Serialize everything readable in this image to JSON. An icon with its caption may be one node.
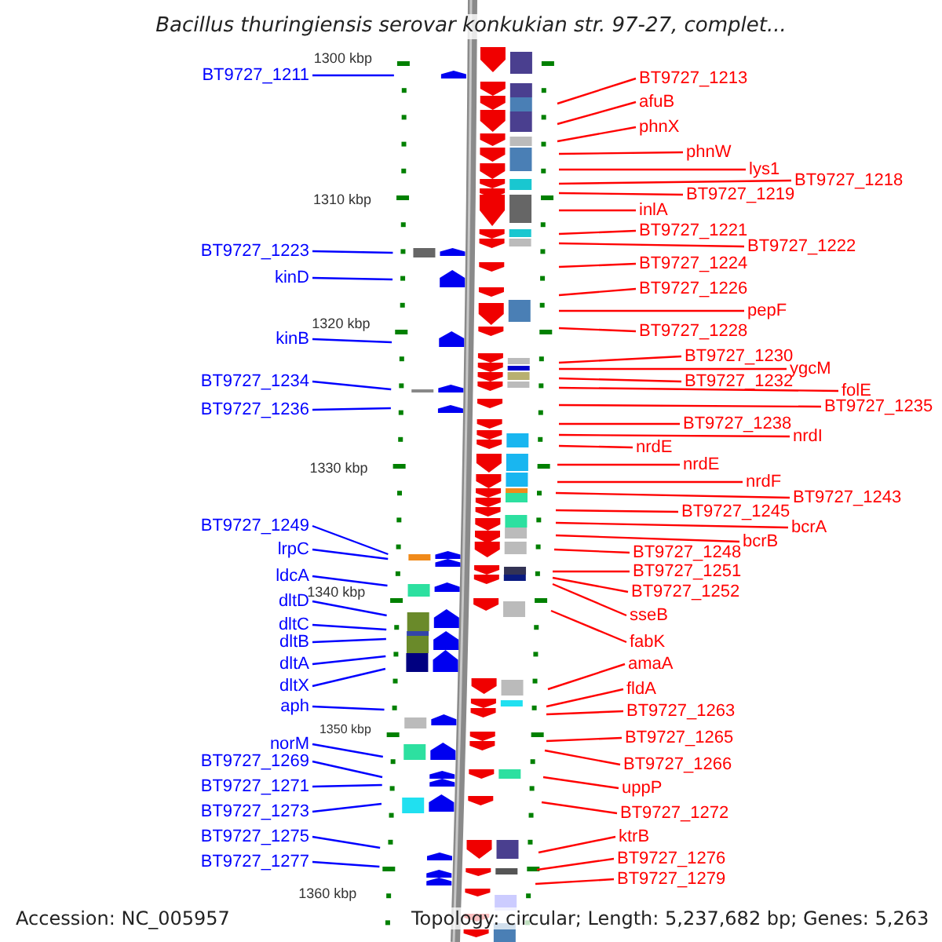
{
  "diagram": {
    "title": "Bacillus thuringiensis serovar konkukian str. 97-27, complet...",
    "nodes": [
      {
        "text": [
          "BT9727_1211"
        ]
      },
      {
        "text": [
          "BT9727_1223"
        ]
      },
      {
        "text": [
          "kinD"
        ]
      },
      {
        "text": [
          "kinB"
        ]
      },
      {
        "text": [
          "BT9727_1234"
        ]
      },
      {
        "text": [
          "BT9727_1236"
        ]
      },
      {
        "text": [
          "BT9727_1249"
        ]
      },
      {
        "text": [
          "lrpC"
        ]
      },
      {
        "text": [
          "ldcA"
        ]
      },
      {
        "text": [
          "dltD"
        ]
      },
      {
        "text": [
          "dltC"
        ]
      },
      {
        "text": [
          "dltB"
        ]
      },
      {
        "text": [
          "dltA"
        ]
      },
      {
        "text": [
          "dltX"
        ]
      },
      {
        "text": [
          "aph"
        ]
      },
      {
        "text": [
          "norM"
        ]
      },
      {
        "text": [
          "BT9727_1269"
        ]
      },
      {
        "text": [
          "BT9727_1271"
        ]
      },
      {
        "text": [
          "BT9727_1273"
        ]
      },
      {
        "text": [
          "BT9727_1275"
        ]
      },
      {
        "text": [
          "BT9727_1277"
        ]
      },
      {
        "text": [
          "BT9727_1213"
        ]
      },
      {
        "text": [
          "afuB"
        ]
      },
      {
        "text": [
          "phnX"
        ]
      },
      {
        "text": [
          "phnW"
        ]
      },
      {
        "text": [
          "lys1"
        ]
      },
      {
        "text": [
          "BT9727_1218"
        ]
      },
      {
        "text": [
          "BT9727_1219"
        ]
      },
      {
        "text": [
          "inlA"
        ]
      },
      {
        "text": [
          "BT9727_1221"
        ]
      },
      {
        "text": [
          "BT9727_1222"
        ]
      },
      {
        "text": [
          "BT9727_1224"
        ]
      },
      {
        "text": [
          "BT9727_1226"
        ]
      },
      {
        "text": [
          "pepF"
        ]
      },
      {
        "text": [
          "BT9727_1228"
        ]
      },
      {
        "text": [
          "BT9727_1230"
        ]
      },
      {
        "text": [
          "ygcM"
        ]
      },
      {
        "text": [
          "BT9727_1232"
        ]
      },
      {
        "text": [
          "folE"
        ]
      },
      {
        "text": [
          "BT9727_1235"
        ]
      },
      {
        "text": [
          "BT9727_1238"
        ]
      },
      {
        "text": [
          "nrdI"
        ]
      },
      {
        "text": [
          "nrdE"
        ]
      },
      {
        "text": [
          "nrdE"
        ]
      },
      {
        "text": [
          "nrdF"
        ]
      },
      {
        "text": [
          "BT9727_1243"
        ]
      },
      {
        "text": [
          "BT9727_1245"
        ]
      },
      {
        "text": [
          "bcrA"
        ]
      },
      {
        "text": [
          "bcrB"
        ]
      },
      {
        "text": [
          "BT9727_1248"
        ]
      },
      {
        "text": [
          "BT9727_1251"
        ]
      },
      {
        "text": [
          "BT9727_1252"
        ]
      },
      {
        "text": [
          "sseB"
        ]
      },
      {
        "text": [
          "fabK"
        ]
      },
      {
        "text": [
          "amaA"
        ]
      },
      {
        "text": [
          "fldA"
        ]
      },
      {
        "text": [
          "BT9727_1263"
        ]
      },
      {
        "text": [
          "BT9727_1265"
        ]
      },
      {
        "text": [
          "BT9727_1266"
        ]
      },
      {
        "text": [
          "uppP"
        ]
      },
      {
        "text": [
          "BT9727_1272"
        ]
      },
      {
        "text": [
          "ktrB"
        ]
      },
      {
        "text": [
          "BT9727_1276"
        ]
      },
      {
        "text": [
          "BT9727_1279"
        ]
      }
    ],
    "edges": [
      {
        "from": 0,
        "to": null,
        "arrow": "none",
        "color": "#0000ff"
      },
      {
        "from": 1,
        "to": null,
        "arrow": "none",
        "color": "#0000ff"
      },
      {
        "from": 2,
        "to": null,
        "arrow": "none",
        "color": "#0000ff"
      },
      {
        "from": 3,
        "to": null,
        "arrow": "none",
        "color": "#0000ff"
      },
      {
        "from": 4,
        "to": null,
        "arrow": "none",
        "color": "#0000ff"
      },
      {
        "from": 5,
        "to": null,
        "arrow": "none",
        "color": "#0000ff"
      },
      {
        "from": 6,
        "to": null,
        "arrow": "none",
        "color": "#0000ff"
      },
      {
        "from": 7,
        "to": null,
        "arrow": "none",
        "color": "#0000ff"
      },
      {
        "from": 8,
        "to": null,
        "arrow": "none",
        "color": "#0000ff"
      },
      {
        "from": 9,
        "to": null,
        "arrow": "none",
        "color": "#0000ff"
      },
      {
        "from": 10,
        "to": null,
        "arrow": "none",
        "color": "#0000ff"
      },
      {
        "from": 11,
        "to": null,
        "arrow": "none",
        "color": "#0000ff"
      },
      {
        "from": 12,
        "to": null,
        "arrow": "none",
        "color": "#0000ff"
      },
      {
        "from": 13,
        "to": null,
        "arrow": "none",
        "color": "#0000ff"
      },
      {
        "from": 14,
        "to": null,
        "arrow": "none",
        "color": "#0000ff"
      },
      {
        "from": 15,
        "to": null,
        "arrow": "none",
        "color": "#0000ff"
      },
      {
        "from": 16,
        "to": null,
        "arrow": "none",
        "color": "#0000ff"
      },
      {
        "from": 17,
        "to": null,
        "arrow": "none",
        "color": "#0000ff"
      },
      {
        "from": 18,
        "to": null,
        "arrow": "none",
        "color": "#0000ff"
      },
      {
        "from": 19,
        "to": null,
        "arrow": "none",
        "color": "#0000ff"
      },
      {
        "from": 20,
        "to": null,
        "arrow": "none",
        "color": "#0000ff"
      },
      {
        "from": 21,
        "to": null,
        "arrow": "none"
      },
      {
        "from": 22,
        "to": null,
        "arrow": "none"
      },
      {
        "from": 23,
        "to": null,
        "arrow": "none"
      },
      {
        "from": 24,
        "to": null,
        "arrow": "none"
      },
      {
        "from": 25,
        "to": null,
        "arrow": "none"
      },
      {
        "from": 26,
        "to": null,
        "arrow": "none"
      },
      {
        "from": 27,
        "to": null,
        "arrow": "none"
      },
      {
        "from": 28,
        "to": null,
        "arrow": "none"
      },
      {
        "from": 29,
        "to": null,
        "arrow": "none"
      },
      {
        "from": 30,
        "to": null,
        "arrow": "none"
      },
      {
        "from": 31,
        "to": null,
        "arrow": "none"
      },
      {
        "from": 32,
        "to": null,
        "arrow": "none"
      },
      {
        "from": 33,
        "to": null,
        "arrow": "none"
      },
      {
        "from": 34,
        "to": null,
        "arrow": "none"
      },
      {
        "from": 35,
        "to": null,
        "arrow": "none"
      },
      {
        "from": 36,
        "to": null,
        "arrow": "none"
      },
      {
        "from": 37,
        "to": null,
        "arrow": "none"
      },
      {
        "from": 38,
        "to": null,
        "arrow": "none"
      },
      {
        "from": 39,
        "to": null,
        "arrow": "none"
      },
      {
        "from": 40,
        "to": null,
        "arrow": "none"
      },
      {
        "from": 41,
        "to": null,
        "arrow": "none"
      },
      {
        "from": 42,
        "to": null,
        "arrow": "none"
      },
      {
        "from": 43,
        "to": null,
        "arrow": "none"
      },
      {
        "from": 44,
        "to": null,
        "arrow": "none"
      },
      {
        "from": 45,
        "to": null,
        "arrow": "none"
      },
      {
        "from": 46,
        "to": null,
        "arrow": "none"
      },
      {
        "from": 47,
        "to": null,
        "arrow": "none"
      },
      {
        "from": 48,
        "to": null,
        "arrow": "none"
      },
      {
        "from": 49,
        "to": null,
        "arrow": "none"
      },
      {
        "from": 50,
        "to": null,
        "arrow": "none"
      },
      {
        "from": 51,
        "to": null,
        "arrow": "none"
      },
      {
        "from": 52,
        "to": null,
        "arrow": "none"
      },
      {
        "from": 53,
        "to": null,
        "arrow": "none"
      },
      {
        "from": 54,
        "to": null,
        "arrow": "none"
      },
      {
        "from": 55,
        "to": null,
        "arrow": "none"
      },
      {
        "from": 56,
        "to": null,
        "arrow": "none"
      },
      {
        "from": 57,
        "to": null,
        "arrow": "none"
      },
      {
        "from": 58,
        "to": null,
        "arrow": "none"
      },
      {
        "from": 59,
        "to": null,
        "arrow": "none"
      },
      {
        "from": 60,
        "to": null,
        "arrow": "none"
      },
      {
        "from": 61,
        "to": null,
        "arrow": "none"
      },
      {
        "from": 62,
        "to": null,
        "arrow": "none"
      },
      {
        "from": 63,
        "to": null,
        "arrow": "none"
      }
    ],
    "labels": [
      "1300 kbp",
      "1310 kbp",
      "1320 kbp",
      "1330 kbp",
      "1340 kbp",
      "1350 kbp",
      "1360 kbp",
      "Accession: NC_005957",
      "Topology: circular; Length: 5,237,682 bp; Genes: 5,263"
    ]
  }
}
